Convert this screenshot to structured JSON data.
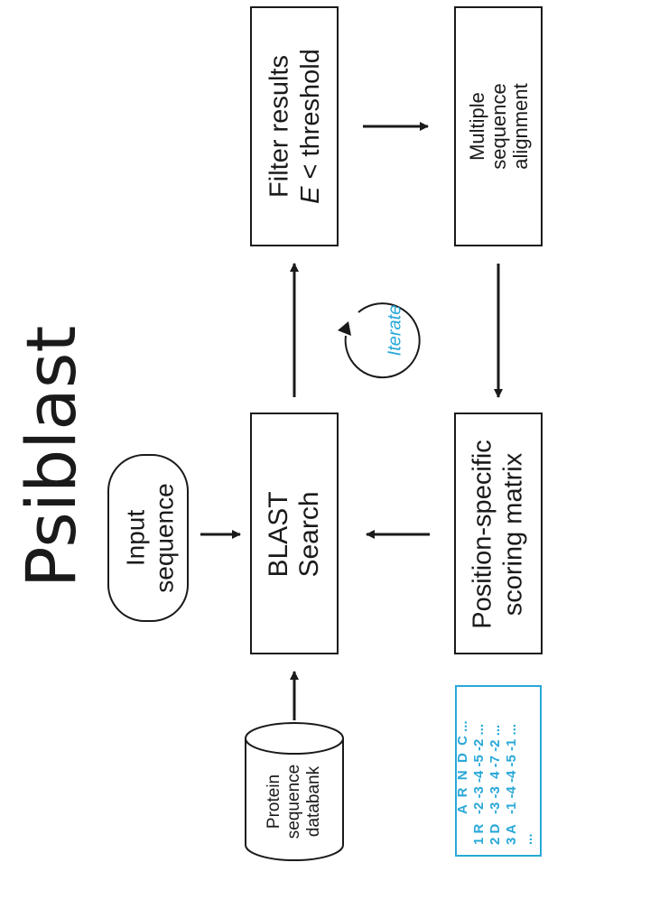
{
  "title": "Psiblast",
  "nodes": {
    "input": [
      "Input",
      "sequence"
    ],
    "blast": [
      "BLAST",
      "Search"
    ],
    "filter_line1": "Filter results",
    "filter_line2_italic": "E",
    "filter_line2_rest": " < threshold",
    "msa": [
      "Multiple",
      "sequence",
      "alignment"
    ],
    "pssm": [
      "Position-specific",
      "scoring matrix"
    ],
    "databank": [
      "Protein",
      "sequence",
      "databank"
    ]
  },
  "iterate_label": "Iterate",
  "matrix": {
    "header": "A  R  N  D  C ...",
    "rows": [
      {
        "label": "1 R",
        "values": "-2 -3 -4 -5 -2 ..."
      },
      {
        "label": "2 D",
        "values": "-3 -3  4 -7 -2 ..."
      },
      {
        "label": "3 A",
        "values": "-1 -4 -4 -5 -1 ..."
      },
      {
        "label": "...",
        "values": ""
      }
    ]
  },
  "colors": {
    "stroke": "#1a1a1a",
    "accent": "#29a8d8",
    "background": "#ffffff"
  }
}
